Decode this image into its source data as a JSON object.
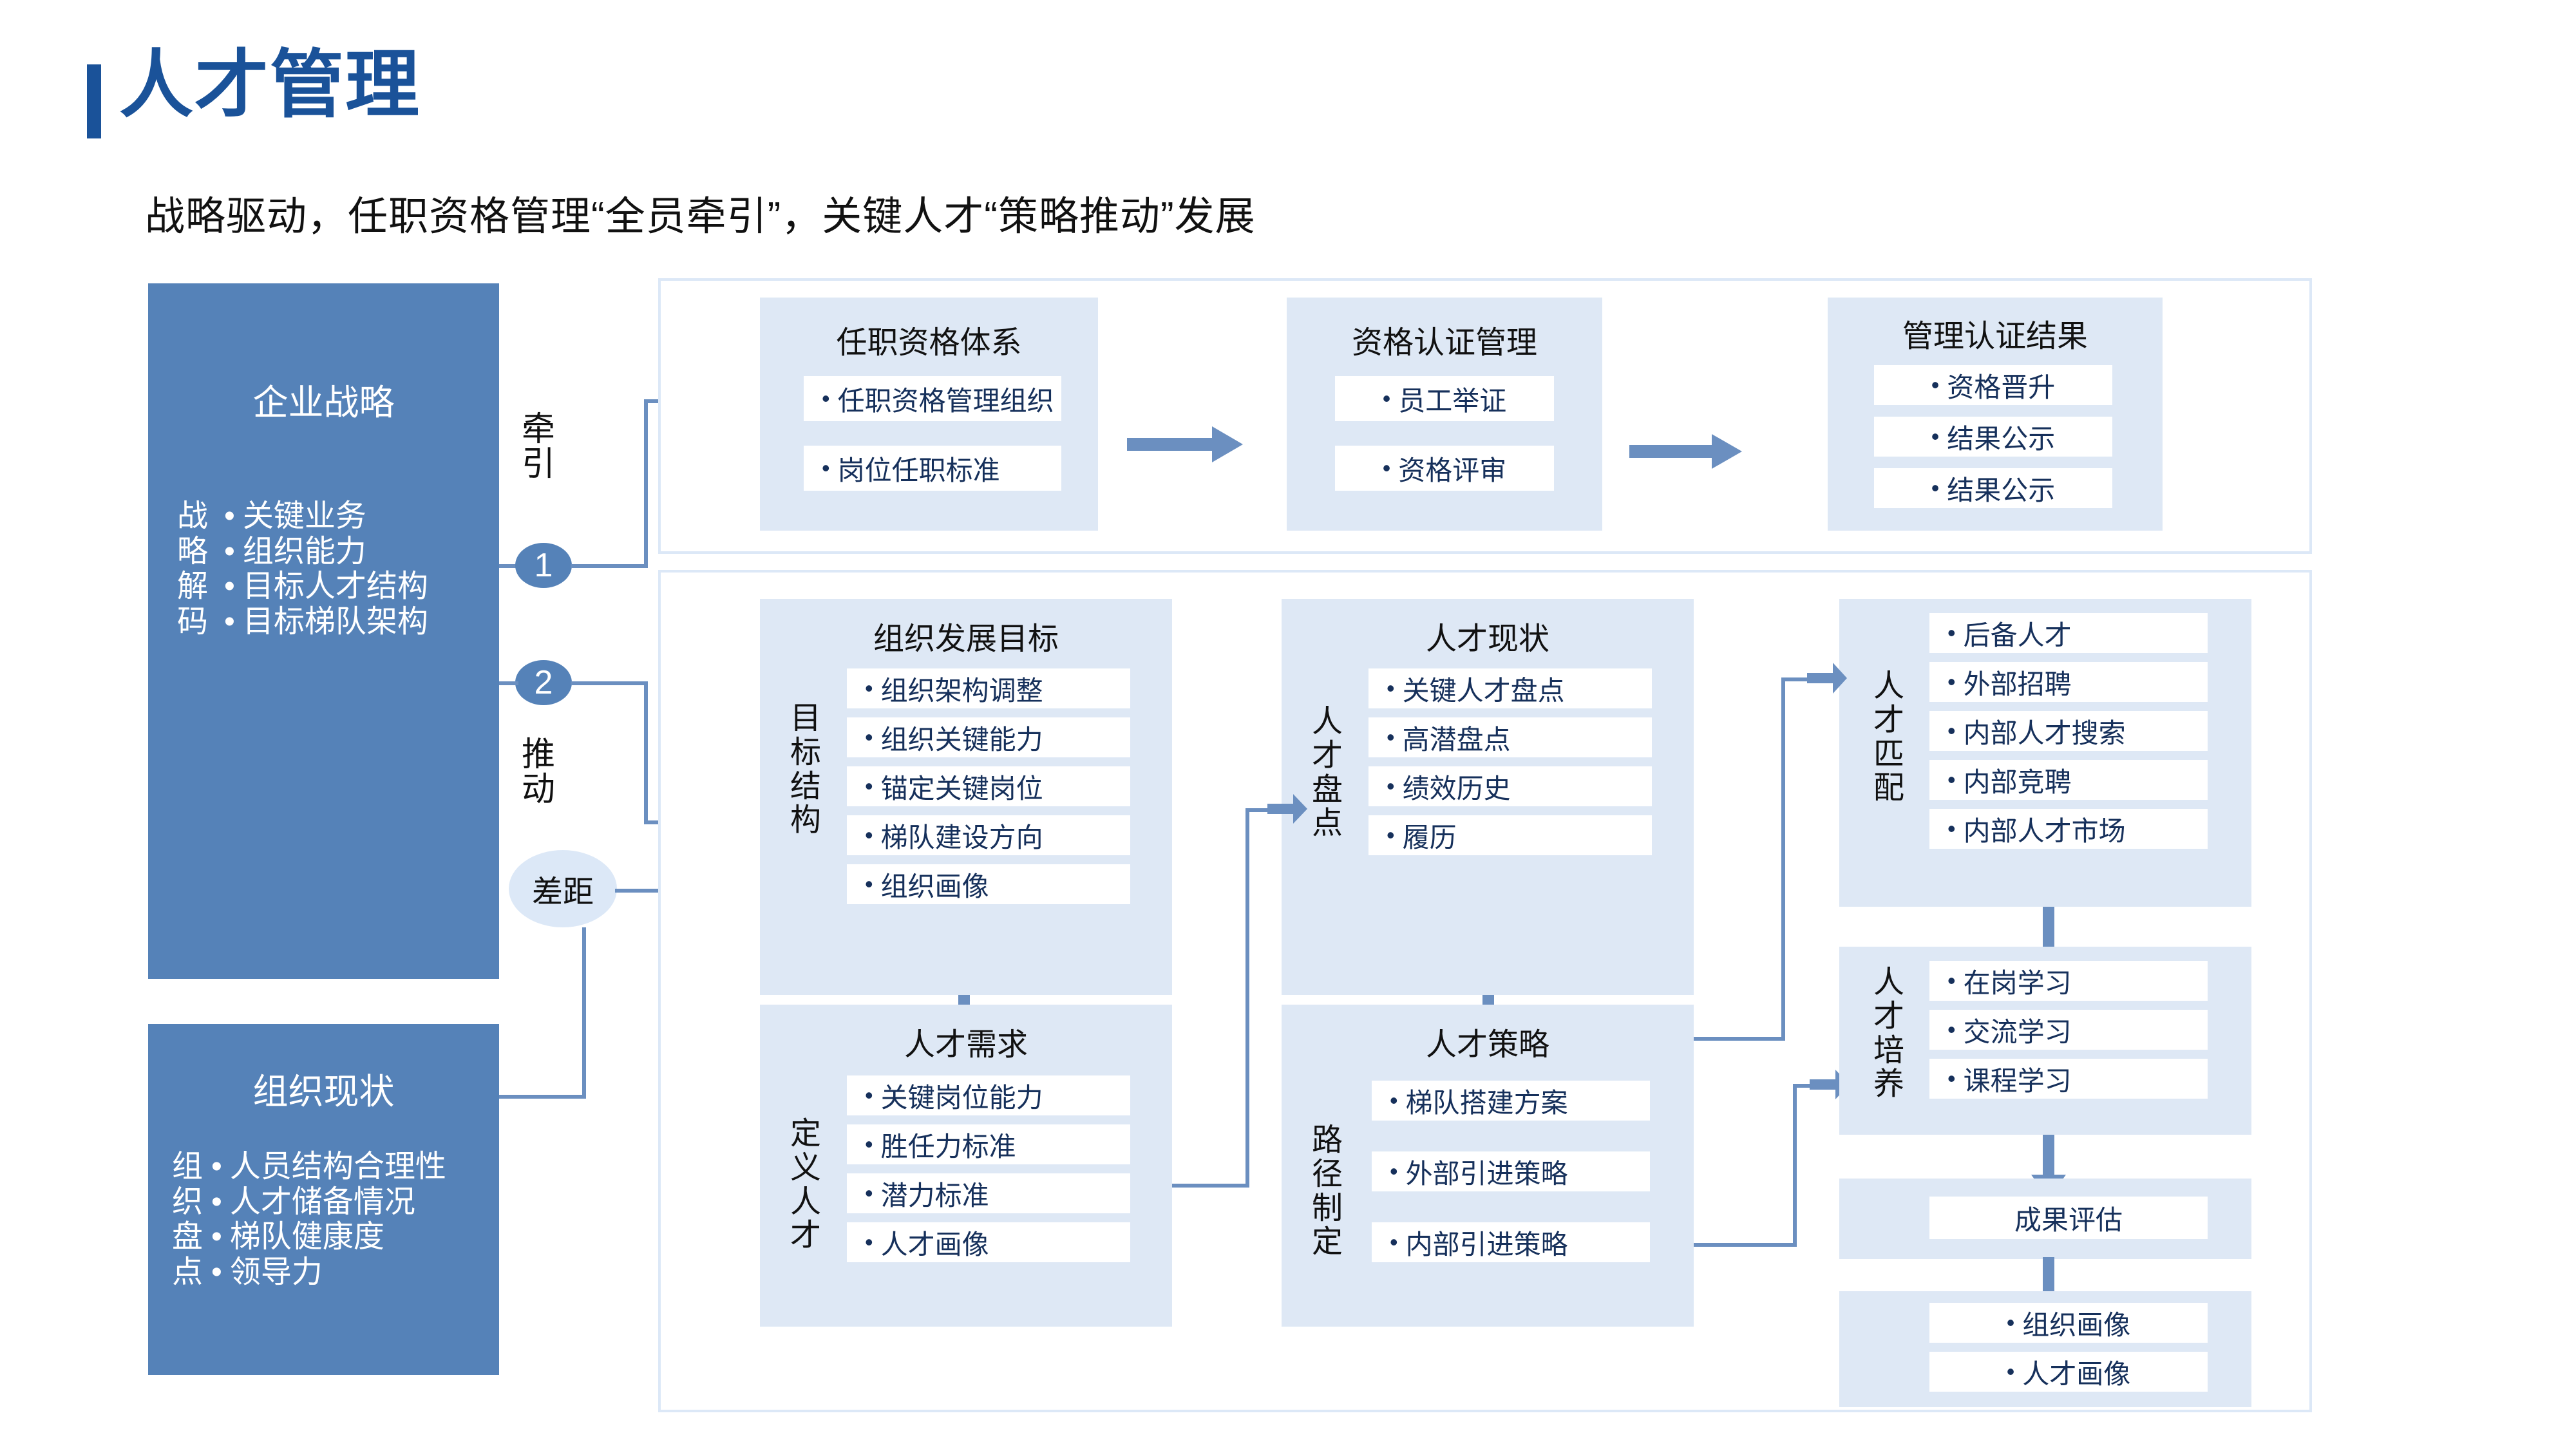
{
  "header": {
    "title": "人才管理",
    "subtitle": "战略驱动，任职资格管理“全员牵引”，关键人才“策略推动”发展",
    "accent_color": "#1a5299"
  },
  "colors": {
    "sidebar_blue": "#5582b8",
    "box_light_blue": "#dee8f5",
    "connector_blue": "#6b8fc0",
    "item_text": "#16305b"
  },
  "sidebar": {
    "strategy": {
      "title": "企业战略",
      "vertical_label": [
        "战",
        "略",
        "解",
        "码"
      ],
      "items": [
        "关键业务",
        "组织能力",
        "目标人才结构",
        "目标梯队架构"
      ]
    },
    "org": {
      "title": "组织现状",
      "vertical_label": [
        "组",
        "织",
        "盘",
        "点"
      ],
      "items": [
        "人员结构合理性",
        "人才储备情况",
        "梯队健康度",
        "领导力"
      ]
    }
  },
  "connectors": {
    "label_1": [
      "牵",
      "引"
    ],
    "badge_1": "1",
    "badge_2": "2",
    "label_2": [
      "推",
      "动"
    ],
    "gap_label": "差距"
  },
  "top_section": {
    "boxes": [
      {
        "title": "任职资格体系",
        "items": [
          "任职资格管理组织",
          "岗位任职标准"
        ]
      },
      {
        "title": "资格认证管理",
        "items": [
          "员工举证",
          "资格评审"
        ]
      },
      {
        "title": "管理认证结果",
        "items": [
          "资格晋升",
          "结果公示",
          "结果公示"
        ]
      }
    ]
  },
  "bottom_section": {
    "boxes": [
      {
        "title": "组织发展目标",
        "vertical_label": [
          "目",
          "标",
          "结",
          "构"
        ],
        "items": [
          "组织架构调整",
          "组织关键能力",
          "锚定关键岗位",
          "梯队建设方向",
          "组织画像"
        ]
      },
      {
        "title": "人才现状",
        "vertical_label": [
          "人",
          "才",
          "盘",
          "点"
        ],
        "items": [
          "关键人才盘点",
          "高潜盘点",
          "绩效历史",
          "履历"
        ]
      },
      {
        "title": "",
        "vertical_label": [
          "人",
          "才",
          "匹",
          "配"
        ],
        "items": [
          "后备人才",
          "外部招聘",
          "内部人才搜索",
          "内部竞聘",
          "内部人才市场"
        ]
      },
      {
        "title": "人才需求",
        "vertical_label": [
          "定",
          "义",
          "人",
          "才"
        ],
        "items": [
          "关键岗位能力",
          "胜任力标准",
          "潜力标准",
          "人才画像"
        ]
      },
      {
        "title": "人才策略",
        "vertical_label": [
          "路",
          "径",
          "制",
          "定"
        ],
        "items": [
          "梯队搭建方案",
          "外部引进策略",
          "内部引进策略"
        ]
      },
      {
        "title": "",
        "vertical_label": [
          "人",
          "才",
          "培",
          "养"
        ],
        "items": [
          "在岗学习",
          "交流学习",
          "课程学习"
        ]
      },
      {
        "title": "",
        "vertical_label": [],
        "items": [
          "成果评估"
        ]
      },
      {
        "title": "",
        "vertical_label": [],
        "items": [
          "组织画像",
          "人才画像"
        ]
      }
    ]
  }
}
